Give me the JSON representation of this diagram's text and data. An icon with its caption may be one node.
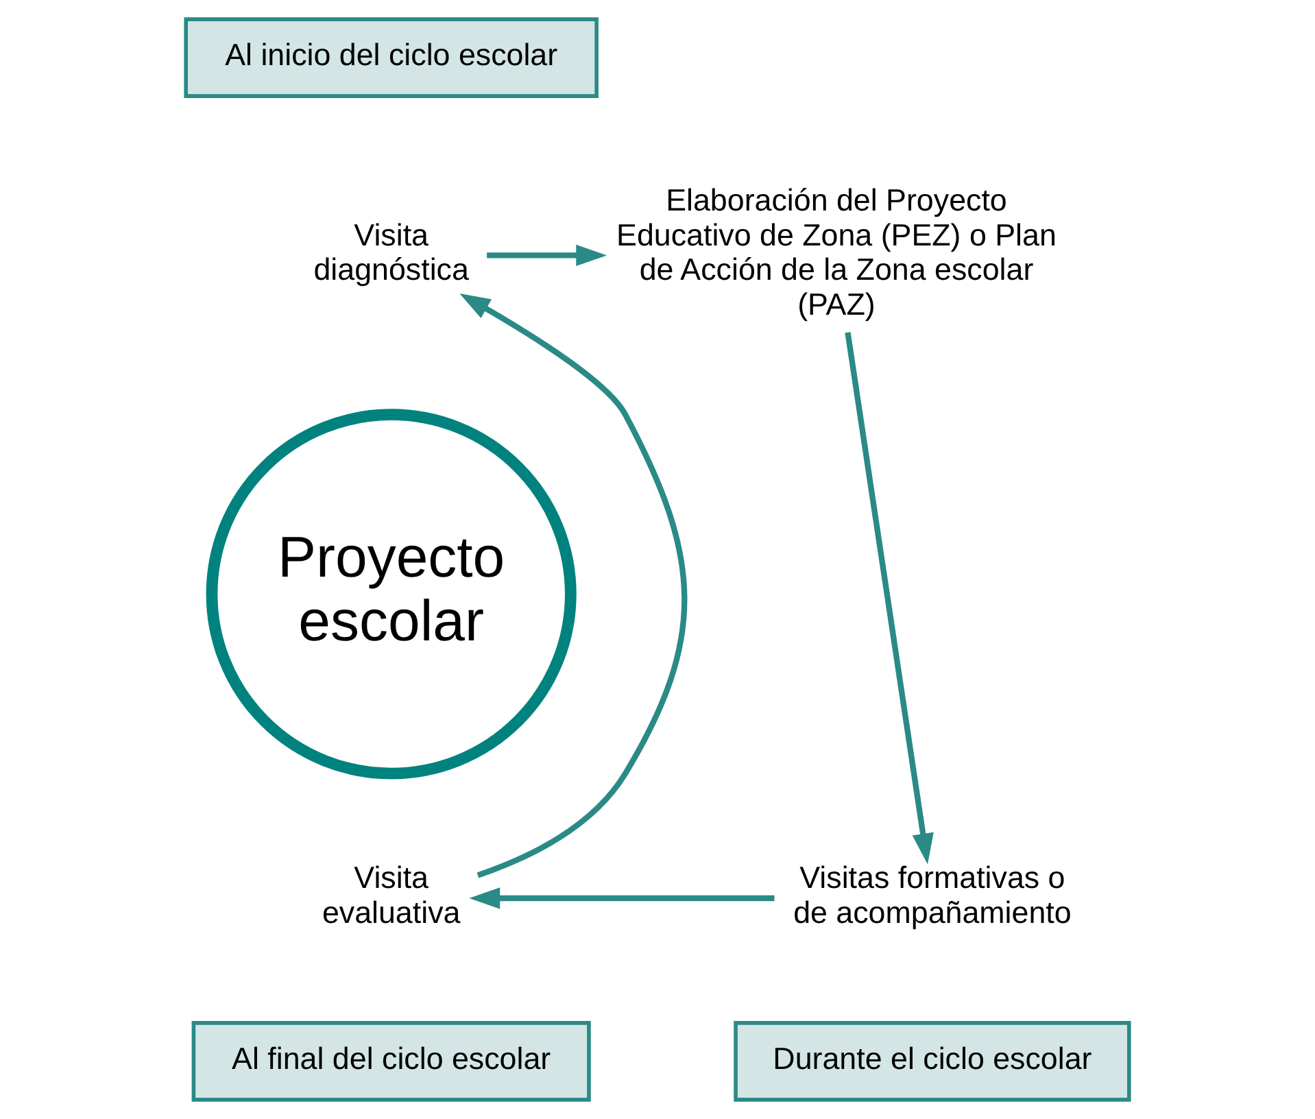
{
  "diagram": {
    "nodes": [
      {
        "text": [
          "Al inicio del ciclo escolar"
        ]
      },
      {
        "text": [
          "Visita diagnóstica"
        ]
      },
      {
        "text": [
          "Elaboración del Proyecto Educativo de Zona (PEZ) o Plan de Acción de la Zona escolar (PAZ)"
        ]
      },
      {
        "text": [
          "Proyecto escolar"
        ]
      },
      {
        "text": [
          "Visitas formativas o de acompañamiento"
        ]
      },
      {
        "text": [
          "Durante el ciclo escolar"
        ]
      },
      {
        "text": [
          "Visita evaluativa"
        ]
      },
      {
        "text": [
          "Al final del ciclo escolar"
        ]
      }
    ],
    "edges": [
      {
        "from": 1,
        "to": 2,
        "arrow": "to"
      },
      {
        "from": 2,
        "to": 4,
        "arrow": "to"
      },
      {
        "from": 4,
        "to": 6,
        "arrow": "to"
      },
      {
        "from": 6,
        "to": 1,
        "arrow": "to"
      }
    ]
  }
}
